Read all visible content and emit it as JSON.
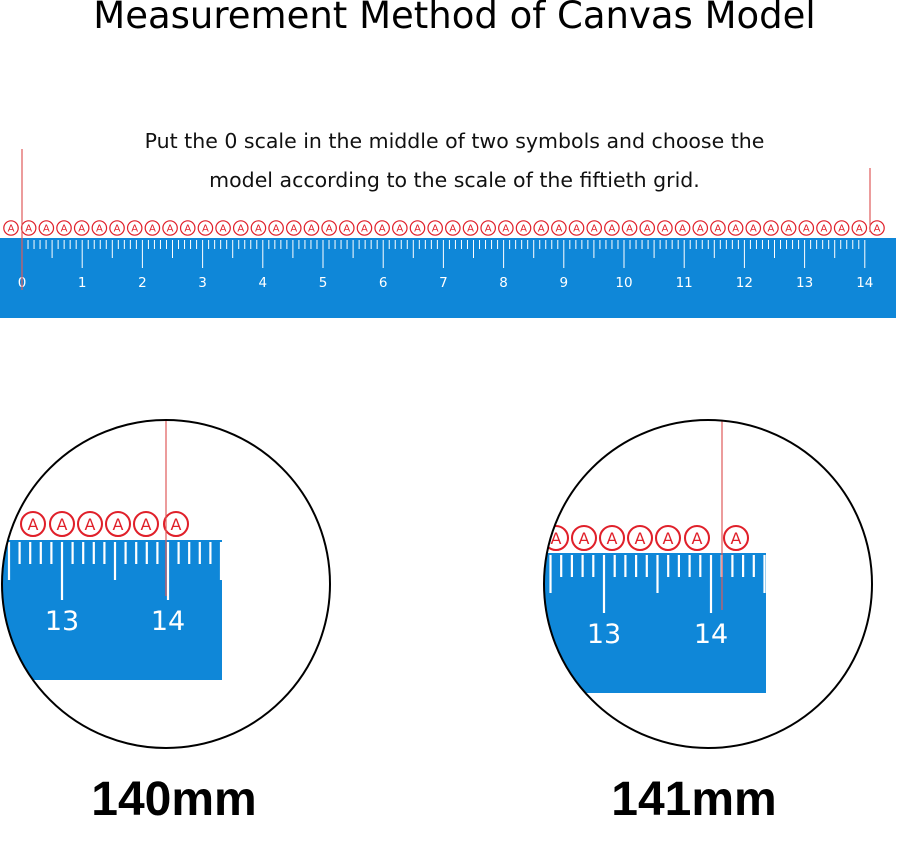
{
  "title": "Measurement Method of Canvas Model",
  "instruction": {
    "line1": "Put the 0 scale in the middle of two symbols and choose the",
    "line2": "model according to the scale of the fiftieth grid."
  },
  "colors": {
    "ruler_blue": "#0f87d8",
    "symbol_red": "#e0202a",
    "marker_line": "#e05a5a",
    "text": "#000000"
  },
  "symbol_glyph": "A",
  "main_ruler": {
    "scale_labels": [
      "0",
      "1",
      "2",
      "3",
      "4",
      "5",
      "6",
      "7",
      "8",
      "9",
      "10",
      "11",
      "12",
      "13",
      "14"
    ],
    "symbol_count": 50
  },
  "zoom_left": {
    "scale_labels": [
      "13",
      "14"
    ],
    "caption": "140mm"
  },
  "zoom_right": {
    "scale_labels": [
      "13",
      "14"
    ],
    "caption": "141mm"
  }
}
